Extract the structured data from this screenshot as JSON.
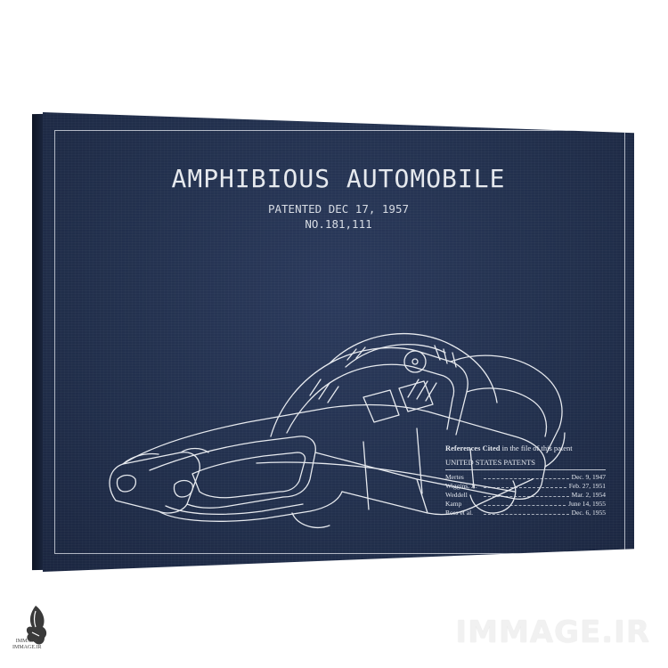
{
  "poster": {
    "title": "AMPHIBIOUS AUTOMOBILE",
    "patent_date": "PATENTED DEC 17, 1957",
    "patent_number": "NO.181,111",
    "background_color": "#22304d",
    "line_color": "#e6e9ee"
  },
  "references": {
    "heading_bold": "References Cited",
    "heading_rest": " in the file of this patent",
    "subheading": "UNITED STATES PATENTS",
    "rows": [
      {
        "name": "Mertes",
        "date": "Dec. 9, 1947"
      },
      {
        "name": "Wiggins, Jr.",
        "date": "Feb. 27, 1951"
      },
      {
        "name": "Weddell",
        "date": "Mar. 2, 1954"
      },
      {
        "name": "Kamp",
        "date": "June 14, 1955"
      },
      {
        "name": "Ross et al.",
        "date": "Dec. 6, 1955"
      }
    ]
  },
  "watermark": {
    "text": "IMMAGE.IR",
    "logo_line1": "IMMAGE",
    "logo_line2": "IMMAGE.IR"
  },
  "illustration": {
    "subject": "car-blueprint-icon"
  }
}
